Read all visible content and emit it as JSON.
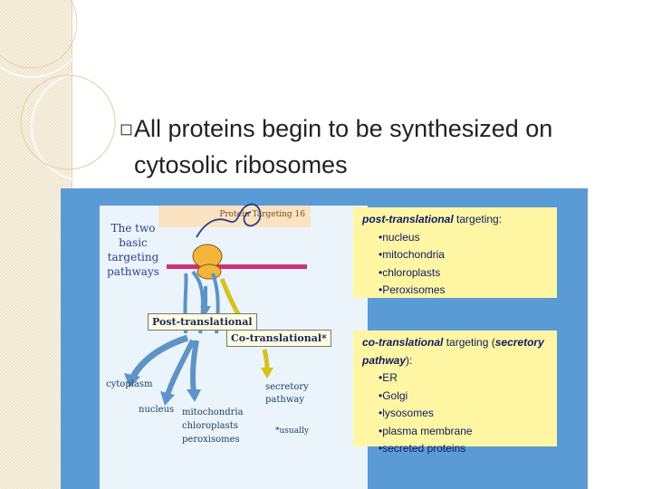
{
  "slide": {
    "bullet_symbol": "◻",
    "bullet_line1": "All proteins begin to be synthesized on",
    "bullet_line2": "cytosolic  ribosomes"
  },
  "figure": {
    "header": "Protein Targeting 16",
    "intro": "The two basic targeting pathways",
    "post_label": "Post-translational",
    "co_label": "Co-translational*",
    "dest_cytoplasm": "cytoplasm",
    "dest_nucleus": "nucleus",
    "dest_organelles": [
      "mitochondria",
      "chloroplasts",
      "peroxisomes"
    ],
    "dest_secretory": [
      "secretory",
      "pathway"
    ],
    "usually_note": "*usually",
    "post_box": {
      "title_em": "post-translational",
      "title_rest": " targeting:",
      "items": [
        "nucleus",
        "mitochondria",
        "chloroplasts",
        "Peroxisomes"
      ]
    },
    "co_box": {
      "title_em": "co-translational",
      "title_mid": " targeting (",
      "title_em2": "secretory pathway",
      "title_end": "):",
      "items": [
        "ER",
        "Golgi",
        "lysosomes",
        "plasma membrane",
        "secreted proteins"
      ]
    },
    "colors": {
      "background": "#5b9bd5",
      "box": "#fff6a3",
      "membrane": "#d0307a",
      "ribosome": "#f3b63a",
      "post_arrows": "#5e93c6",
      "co_arrow": "#d6c21a"
    }
  }
}
